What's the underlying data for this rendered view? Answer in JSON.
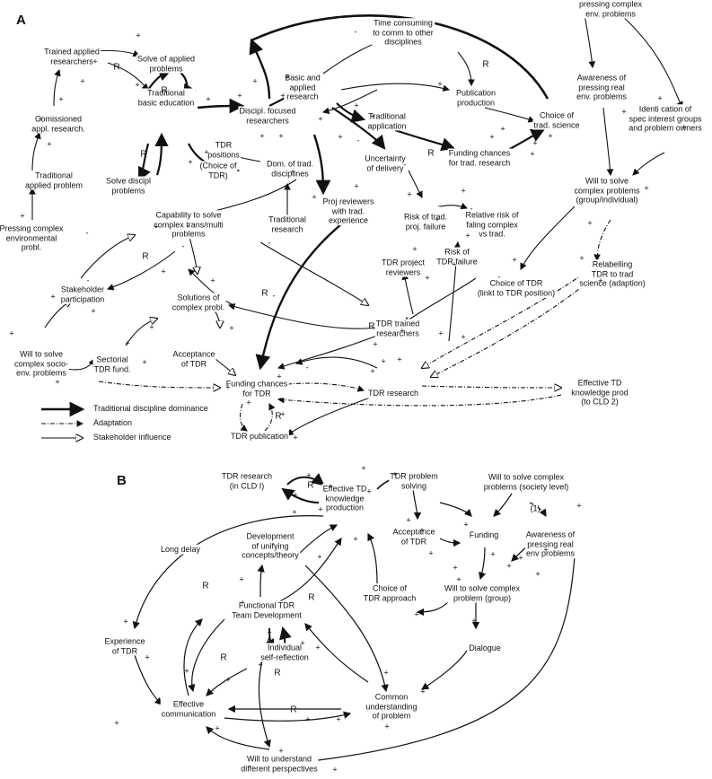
{
  "panel_a": {
    "label": "A"
  },
  "panel_b": {
    "label": "B"
  },
  "cld1": {
    "nodes": [
      {
        "id": "a_press_top",
        "text": "pressing complex\nenv. problems"
      },
      {
        "id": "a_trained_applied",
        "text": "Trained applied\nresearchers"
      },
      {
        "id": "a_solve_applied",
        "text": "Solve of applied\nproblems"
      },
      {
        "id": "a_comm",
        "text": "Comissioned\nappl. research."
      },
      {
        "id": "a_trad_applied_prob",
        "text": "Traditional\napplied problem"
      },
      {
        "id": "a_press_complex",
        "text": "Pressing complex\nenvironmental\nprobl."
      },
      {
        "id": "a_trad_basic",
        "text": "Traditional\nbasic education"
      },
      {
        "id": "a_disc_focused",
        "text": "Discipl. focused\nresearchers"
      },
      {
        "id": "a_basic_applied",
        "text": "Basic and\napplied\nresearch"
      },
      {
        "id": "a_time_consuming",
        "text": "Time consuming\nto comm to other\ndisciplines"
      },
      {
        "id": "a_pub_prod",
        "text": "Publication\nproduction"
      },
      {
        "id": "a_choice_trad",
        "text": "Choice of\ntrad. science"
      },
      {
        "id": "a_aware_pressing",
        "text": "Awareness of\npressing real\nenv. problems"
      },
      {
        "id": "a_identification",
        "text": "Identi  cation of\nspec interest groups\nand problem owners"
      },
      {
        "id": "a_trad_application",
        "text": "Traditional\napplication"
      },
      {
        "id": "a_uncertainty",
        "text": "Uncertainty\nof delivery"
      },
      {
        "id": "a_funding_trad",
        "text": "Funding chances\nfor trad. research"
      },
      {
        "id": "a_will_solve_group",
        "text": "Will to solve\ncomplex problems\n(group/individual)"
      },
      {
        "id": "a_tdr_positions",
        "text": "TDR\npositions"
      },
      {
        "id": "a_choice_tdr",
        "text": "(Choice of\nTDR)"
      },
      {
        "id": "a_dom_trad",
        "text": "Dom. of trad.\ndisciplines"
      },
      {
        "id": "a_solve_discipl",
        "text": "Solve discipl\nproblems"
      },
      {
        "id": "a_capability",
        "text": "Capability to solve\ncomplex trans/multi\nproblems"
      },
      {
        "id": "a_trad_research",
        "text": "Traditional\nresearch"
      },
      {
        "id": "a_proj_reviewers",
        "text": "Proj reviewers\nwith trad.\nexperience"
      },
      {
        "id": "a_risk_trad_fail",
        "text": "Risk of trad.\nproj. failure"
      },
      {
        "id": "a_rel_risk",
        "text": "Relative risk of\nfaling complex\nvs trad."
      },
      {
        "id": "a_risk_tdr_fail",
        "text": "Risk of\nTDR failure"
      },
      {
        "id": "a_tdr_proj_reviewers",
        "text": "TDR project\nreviewers"
      },
      {
        "id": "a_relabelling",
        "text": "Relabelling\nTDR to trad\nscience (adaption)"
      },
      {
        "id": "a_choice_tdr_link",
        "text": "Choice of TDR\n(linkt to TDR position)"
      },
      {
        "id": "a_stakeholder_part",
        "text": "Stakeholder\nparticipation"
      },
      {
        "id": "a_solutions",
        "text": "Solutions of\ncomplex probl."
      },
      {
        "id": "a_tdr_trained",
        "text": "TDR trained\nresearchers"
      },
      {
        "id": "a_will_socio",
        "text": "Will to solve\ncomplex socio-\nenv. problems"
      },
      {
        "id": "a_sectorial",
        "text": "Sectorial\nTDR fund."
      },
      {
        "id": "a_acceptance",
        "text": "Acceptance\nof TDR"
      },
      {
        "id": "a_funding_tdr",
        "text": "Funding chances\nfor TDR"
      },
      {
        "id": "a_tdr_research",
        "text": "TDR research"
      },
      {
        "id": "a_effective_td",
        "text": "Effective TD\nknowledge prod\n(to CLD 2)"
      },
      {
        "id": "a_tdr_publication",
        "text": "TDR publication"
      }
    ],
    "legend": [
      {
        "text": "Traditional discipline dominance",
        "style": "bold"
      },
      {
        "text": "Adaptation",
        "style": "dashdot"
      },
      {
        "text": "Stakeholder influence",
        "style": "hollow"
      }
    ]
  },
  "cld2": {
    "nodes": [
      {
        "id": "b_tdr_research",
        "text": "TDR research\n(in CLD I)"
      },
      {
        "id": "b_effective",
        "text": "Effective TD\nknowledge\nproduction"
      },
      {
        "id": "b_tdr_problem",
        "text": "TDR problem\nsolving"
      },
      {
        "id": "b_will_society",
        "text": "Will to solve complex\nproblems (society level)"
      },
      {
        "id": "b_development",
        "text": "Development\nof unifying\nconcepts/theory"
      },
      {
        "id": "b_acceptance",
        "text": "Acceptance\nof TDR"
      },
      {
        "id": "b_funding",
        "text": "Funding"
      },
      {
        "id": "b_awareness",
        "text": "Awareness of\npressing real\nenv problems"
      },
      {
        "id": "b_long_delay",
        "text": "Long delay"
      },
      {
        "id": "b_functional",
        "text": "Functional TDR\nTeam Development"
      },
      {
        "id": "b_choice",
        "text": "Choice of\nTDR approach"
      },
      {
        "id": "b_will_group",
        "text": "Will to solve complex\nproblem (group)"
      },
      {
        "id": "b_experience",
        "text": "Experience\nof TDR"
      },
      {
        "id": "b_self_reflection",
        "text": "Individual\nself-reflection"
      },
      {
        "id": "b_dialogue",
        "text": "Dialogue"
      },
      {
        "id": "b_common",
        "text": "Common\nunderstanding\nof problem"
      },
      {
        "id": "b_effective_comm",
        "text": "Effective\ncommunication"
      },
      {
        "id": "b_will_understand",
        "text": "Will to understand\ndifferent perspectives"
      }
    ],
    "annotation_1": "(1)"
  },
  "loop_label": "R",
  "plus": "+",
  "minus": "-"
}
